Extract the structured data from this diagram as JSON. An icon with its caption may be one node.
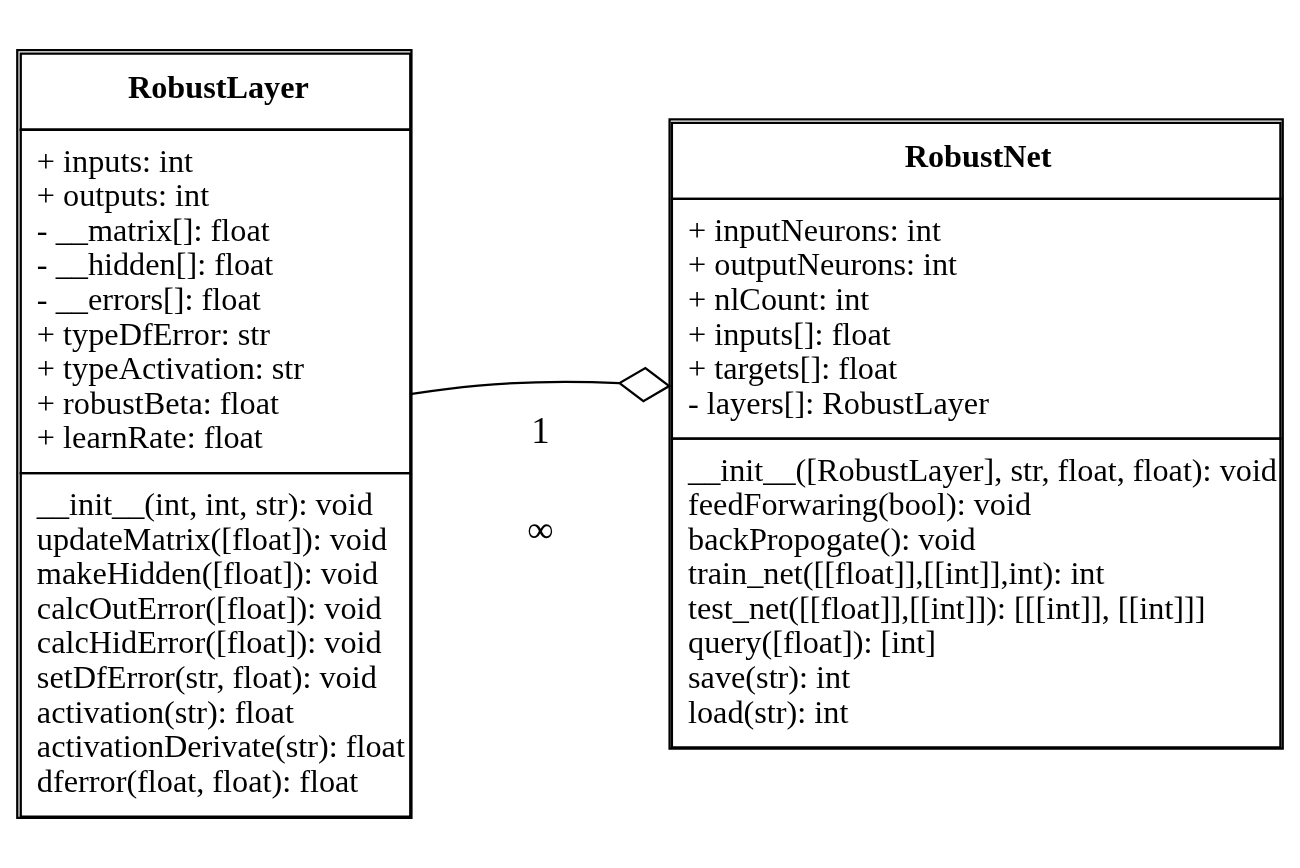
{
  "diagram": {
    "nodes": [
      {
        "text": [
          "RobustLayer",
          "+ inputs: int",
          "+ outputs: int",
          "- __matrix[]: float",
          "- __hidden[]: float",
          "- __errors[]: float",
          "+ typeDfError: str",
          "+ typeActivation: str",
          "+ robustBeta: float",
          "+ learnRate: float",
          "__init__(int, int, str): void",
          "updateMatrix([float]): void",
          "makeHidden([float]): void",
          "calcOutError([float]): void",
          "calcHidError([float]): void",
          "setDfError(str, float): void",
          "activation(str): float",
          "activationDerivate(str): float",
          "dferror(float, float): float"
        ]
      },
      {
        "text": [
          "RobustNet",
          "+ inputNeurons: int",
          "+ outputNeurons: int",
          "+ nlCount: int",
          "+ inputs[]: float",
          "+ targets[]: float",
          "- layers[]: RobustLayer",
          "__init__([RobustLayer], str, float, float): void",
          "feedForwaring(bool): void",
          "backPropogate(): void",
          "train_net([[float]],[[int]],int): int",
          "test_net([[float]],[[int]]): [[[int]], [[int]]]",
          "query([float]): [int]",
          "save(str): int",
          "load(str): int"
        ]
      }
    ],
    "edges": [
      {
        "from": 0,
        "to": 1,
        "arrow": "other"
      }
    ],
    "labels": [
      "1",
      "∞"
    ]
  }
}
